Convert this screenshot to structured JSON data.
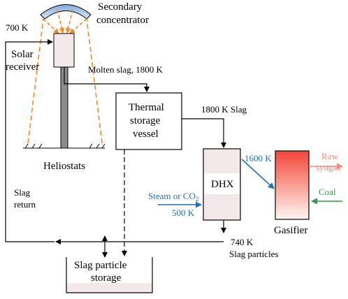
{
  "labels": {
    "secondary_concentrator_line1": "Secondary",
    "secondary_concentrator_line2": "concentrator",
    "temp_700k": "700 K",
    "solar_receiver_line1": "Solar",
    "solar_receiver_line2": "receiver",
    "molten_slag": "Molten slag, 1800 K",
    "thermal_storage_line1": "Thermal",
    "thermal_storage_line2": "storage",
    "thermal_storage_line3": "vessel",
    "slag_1800k": "1800 K Slag",
    "heliostats": "Heliostats",
    "slag_return_line1": "Slag",
    "slag_return_line2": "return",
    "dhx": "DHX",
    "temp_1600k": "1600 K",
    "steam_or_co2": "Steam or CO",
    "co2_subscript": "2",
    "temp_500k": "500 K",
    "raw_syngas_line1": "Raw",
    "raw_syngas_line2": "syngas",
    "coal": "Coal",
    "gasifier": "Gasifier",
    "temp_740k": "740 K",
    "slag_particles": "Slag particles",
    "slag_storage_line1": "Slag particle",
    "slag_storage_line2": "storage"
  },
  "colors": {
    "orange_ray": "#f08a2a",
    "blue_flow": "#1f6fb2",
    "green_flow": "#2e9e3e",
    "salmon_flow": "#f08a80",
    "receiver_fill": "#f3e8ea",
    "tower_fill": "#8c8c8c",
    "gasifier_top": "#f2453a",
    "gasifier_bottom": "#fff3f0"
  }
}
